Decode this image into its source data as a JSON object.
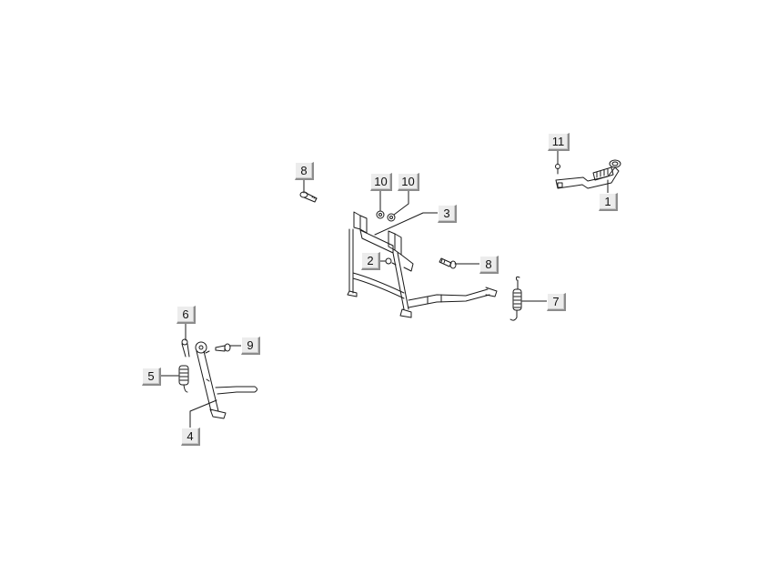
{
  "diagram": {
    "title": "Exploded parts diagram - stands and kickstarter",
    "background": "#ffffff",
    "line_color": "#1a1a1a",
    "callout_bg": "#ececec",
    "callouts": [
      {
        "id": "c8a",
        "label": "8",
        "part": "bolt (center stand, left)"
      },
      {
        "id": "c10a",
        "label": "10",
        "part": "nut"
      },
      {
        "id": "c10b",
        "label": "10",
        "part": "nut"
      },
      {
        "id": "c3",
        "label": "3",
        "part": "center stand"
      },
      {
        "id": "c2",
        "label": "2",
        "part": "washer"
      },
      {
        "id": "c8b",
        "label": "8",
        "part": "bolt (center stand, right)"
      },
      {
        "id": "c11",
        "label": "11",
        "part": "screw"
      },
      {
        "id": "c1",
        "label": "1",
        "part": "kickstarter lever"
      },
      {
        "id": "c7",
        "label": "7",
        "part": "center stand spring"
      },
      {
        "id": "c6",
        "label": "6",
        "part": "spring plate"
      },
      {
        "id": "c9",
        "label": "9",
        "part": "side stand bolt"
      },
      {
        "id": "c5",
        "label": "5",
        "part": "side stand spring"
      },
      {
        "id": "c4",
        "label": "4",
        "part": "side stand"
      }
    ]
  }
}
